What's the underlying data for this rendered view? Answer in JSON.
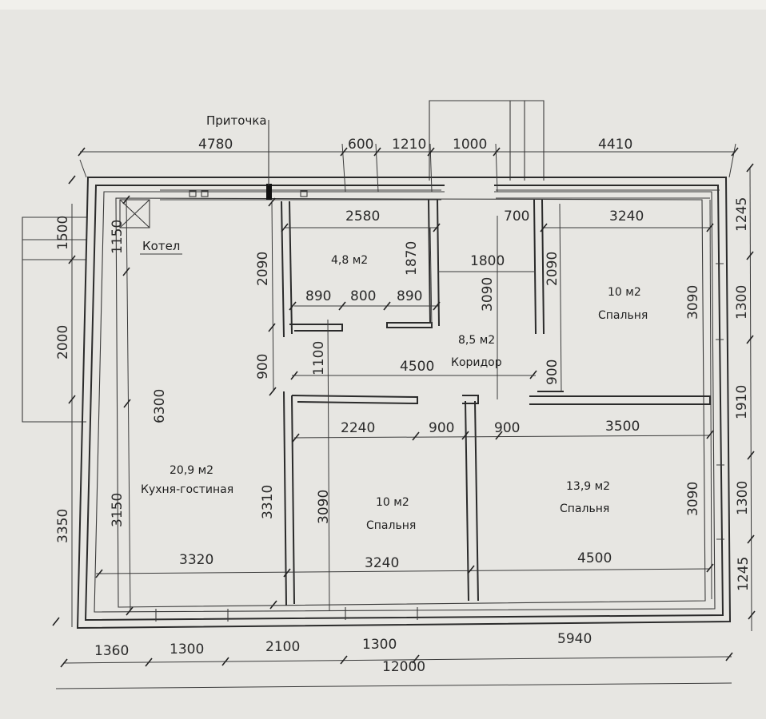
{
  "labels": {
    "supply_vent": "Приточка",
    "boiler": "Котел"
  },
  "rooms": {
    "kitchen_area": "20,9 м2",
    "kitchen_name": "Кухня-гостиная",
    "bath_area": "4,8 м2",
    "corridor_area": "8,5 м2",
    "corridor_name": "Коридор",
    "bedroom_ne_area": "10 м2",
    "bedroom_ne_name": "Спальня",
    "bedroom_sc_area": "10 м2",
    "bedroom_sc_name": "Спальня",
    "bedroom_se_area": "13,9 м2",
    "bedroom_se_name": "Спальня"
  },
  "dims": {
    "top_4780": "4780",
    "top_600": "600",
    "top_1210": "1210",
    "top_1000": "1000",
    "top_4410": "4410",
    "bath_2580": "2580",
    "bed_ne_3240": "3240",
    "corr_700": "700",
    "corr_1800": "1800",
    "bath_890a": "890",
    "bath_800": "800",
    "bath_890b": "890",
    "corr_4500": "4500",
    "bed_sc_2240": "2240",
    "door_900a": "900",
    "door_900b": "900",
    "bed_se_3500": "3500",
    "bot_3320": "3320",
    "bot_3240": "3240",
    "bot_4500": "4500",
    "out_1360": "1360",
    "out_1300a": "1300",
    "out_2100": "2100",
    "out_1300b": "1300",
    "out_5940": "5940",
    "out_12000": "12000",
    "left_1500": "1500",
    "left_1150": "1150",
    "left_2000": "2000",
    "left_6300": "6300",
    "left_3150": "3150",
    "left_3350": "3350",
    "v_2090a": "2090",
    "v_900a": "900",
    "v_3310": "3310",
    "v_1100": "1100",
    "v_1870": "1870",
    "v_3090a": "3090",
    "v_2090b": "2090",
    "v_900b": "900",
    "v_3090b": "3090",
    "v_3090c": "3090",
    "v_3090d": "3090",
    "right_1245a": "1245",
    "right_1300a": "1300",
    "right_1910": "1910",
    "right_1300b": "1300",
    "right_1245b": "1245"
  }
}
